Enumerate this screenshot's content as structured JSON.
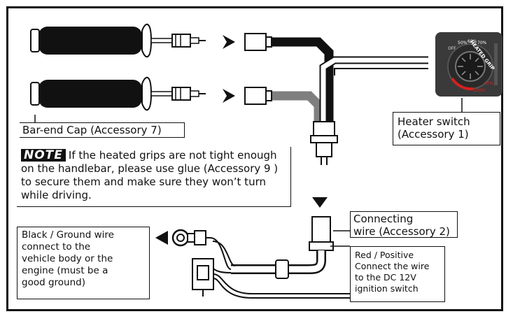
{
  "labels": {
    "bar_end_cap": "Bar-end Cap (Accessory 7)",
    "heater_switch": [
      "Heater switch",
      "(Accessory 1)"
    ],
    "connecting_wire": [
      "Connecting",
      "wire (Accessory 2)"
    ],
    "ground_wire": [
      "Black / Ground wire",
      "connect to the",
      "vehicle body or the",
      "engine (must be a",
      "good ground)"
    ],
    "positive_wire": [
      "Red / Positive",
      "Connect the wire",
      "to the DC 12V",
      "ignition switch"
    ]
  },
  "note": {
    "tag": "NOTE",
    "text": "If the heated grips are not tight enough on the handlebar, please use glue (Accessory 9 ) to secure them and make sure they won’t turn while driving."
  },
  "switch_face": {
    "brand": "HEATED GRIP",
    "levels": [
      "50%",
      "60%",
      "70%",
      "80%",
      "100%"
    ],
    "off_label": "OFF"
  },
  "colors": {
    "frame": "#111111",
    "wire_black": "#1a1a1a",
    "wire_gray": "#8a8a8a",
    "wire_white": "#ffffff",
    "switch_body": "#3a3a3a",
    "switch_accent": "#d62020"
  }
}
